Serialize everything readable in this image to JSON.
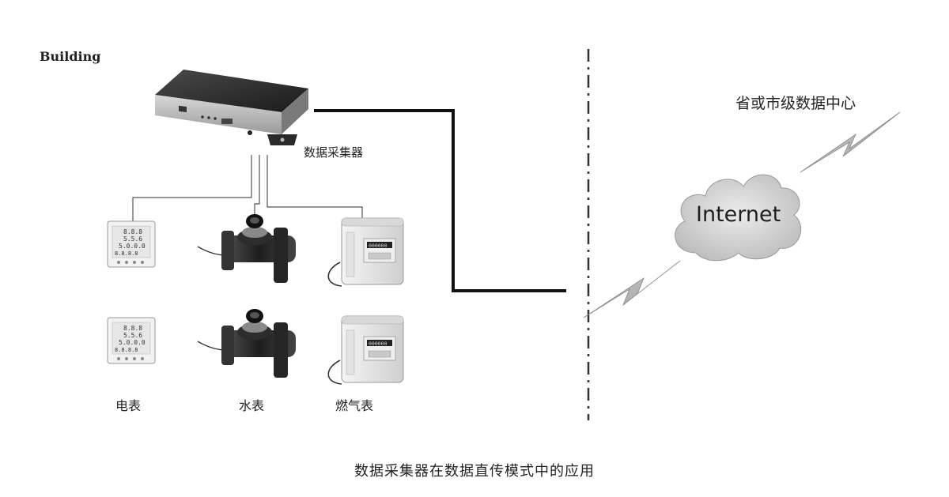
{
  "labels": {
    "building": "Building",
    "collector": "数据采集器",
    "data_center": "省或市级数据中心",
    "internet": "Internet",
    "electric_meter": "电表",
    "water_meter": "水表",
    "gas_meter": "燃气表",
    "caption": "数据采集器在数据直传模式中的应用"
  },
  "meter_rows": [
    {
      "electric_display": [
        "8.8.8",
        "5.5.6",
        "5.0.0.0",
        "8.8.8.8"
      ],
      "gas_display": "000000"
    },
    {
      "electric_display": [
        "8.8.8",
        "5.5.6",
        "5.0.0.0",
        "8.8.8.8"
      ],
      "gas_display": "000000"
    }
  ],
  "icons": {
    "collector": "data-collector-device-icon",
    "cloud": "cloud-icon",
    "lightning": "lightning-link-icon",
    "electric": "electric-meter-icon",
    "water": "water-meter-icon",
    "gas": "gas-meter-icon"
  }
}
